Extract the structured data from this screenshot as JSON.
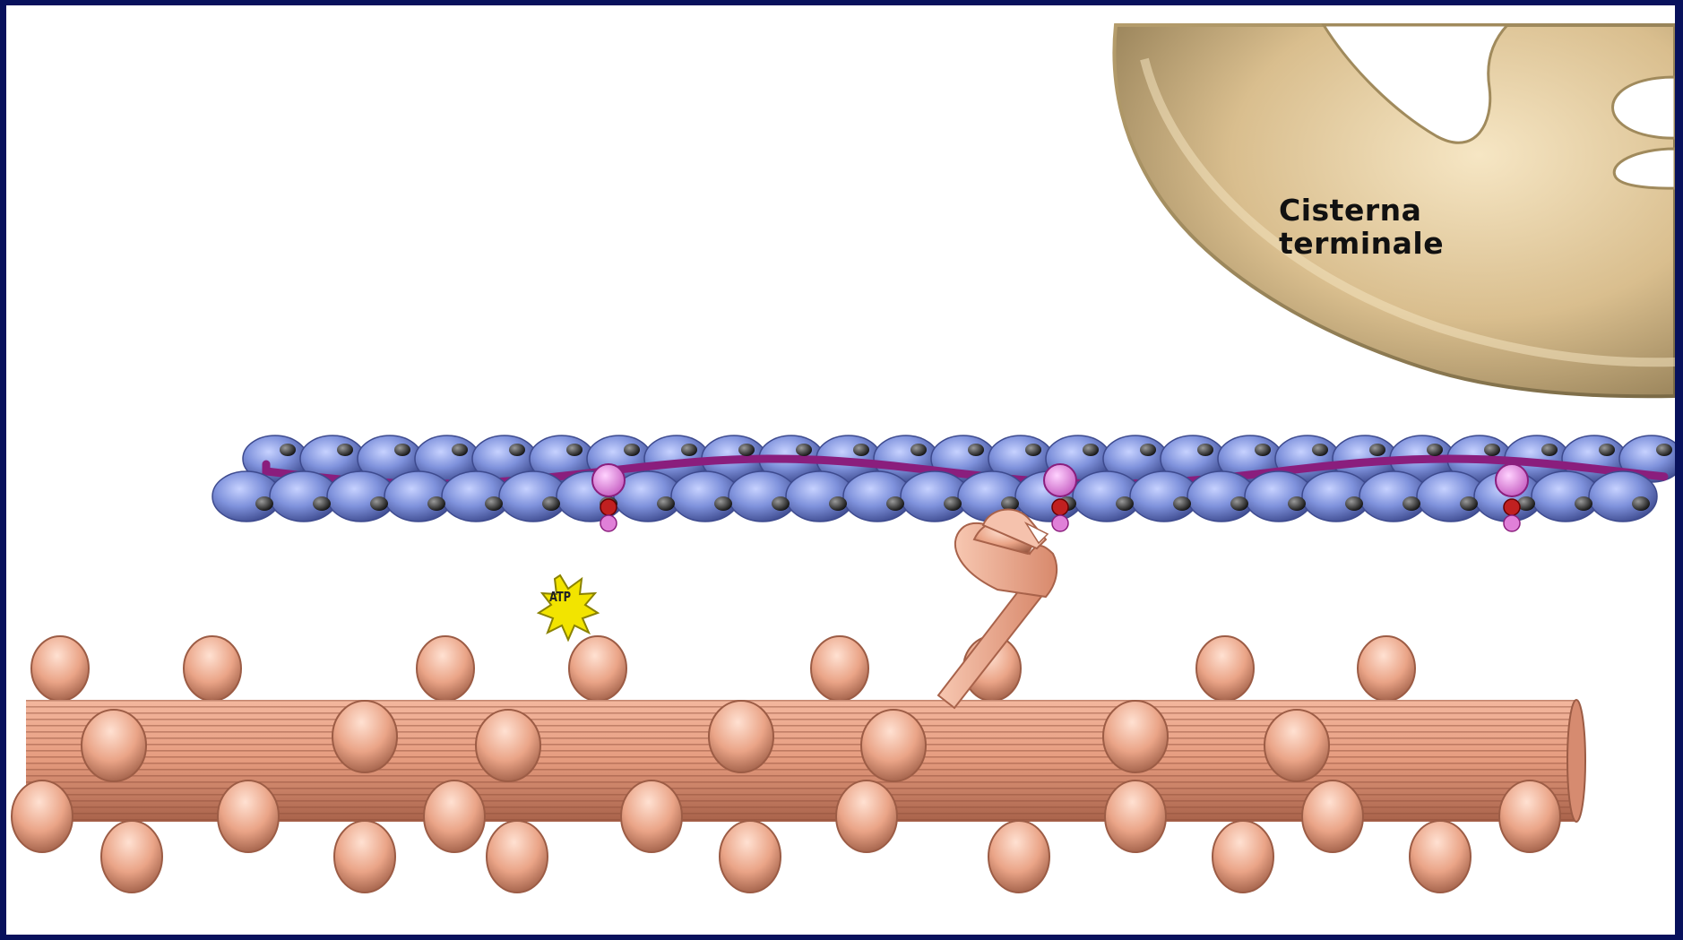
{
  "labels": {
    "cistern_line1": "Cisterna",
    "cistern_line2": "terminale",
    "atp": "ATP"
  },
  "colors": {
    "frame": "#08115c",
    "background": "#ffffff",
    "cistern": "#d9be8e",
    "actin_bead": "#7f92dc",
    "actin_dot": "#1c1f2a",
    "tropomyosin": "#8a1e7d",
    "troponin": "#e08be0",
    "myosin": "#e8a58a",
    "atp_star": "#f2e400"
  },
  "icons": {
    "atp_marker": "starburst-icon"
  }
}
